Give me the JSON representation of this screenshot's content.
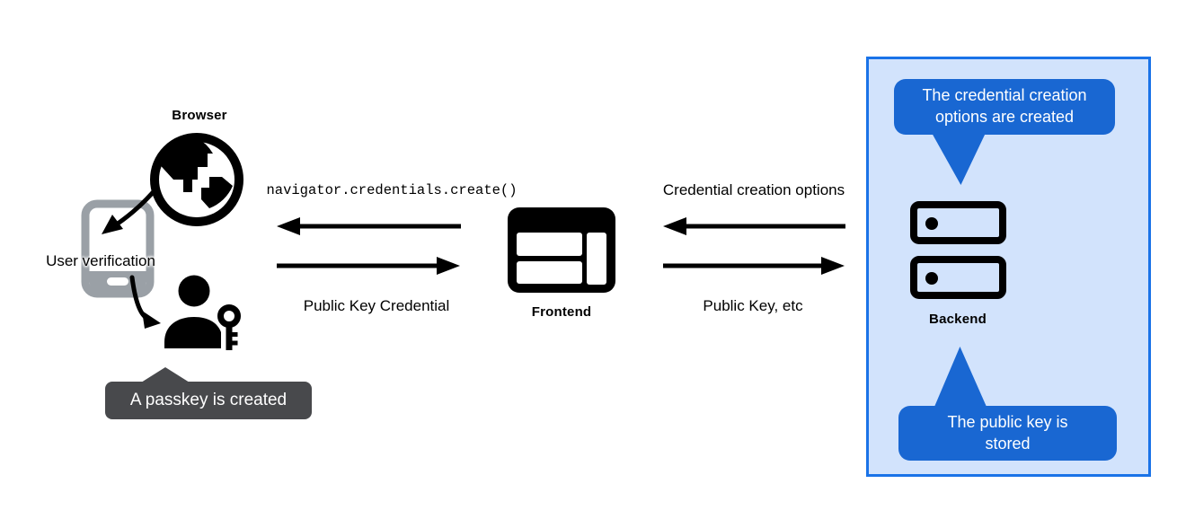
{
  "diagram": {
    "nodes": {
      "browser_label": "Browser",
      "user_verification_label": "User verification",
      "frontend_label": "Frontend",
      "backend_label": "Backend"
    },
    "arrows": {
      "create_call": "navigator.credentials.create()",
      "public_key_credential": "Public Key Credential",
      "credential_creation_options": "Credential creation options",
      "public_key_etc": "Public Key, etc"
    },
    "callouts": {
      "passkey_created": "A passkey is created",
      "options_created": "The credential creation options are created",
      "public_key_stored": "The public key is stored"
    },
    "colors": {
      "accent_blue": "#1967d2",
      "panel_background": "#d2e3fc",
      "panel_border": "#1a73e8",
      "tooltip_gray": "#48494c",
      "icon_black": "#000000",
      "phone_gray": "#9aa0a6"
    }
  }
}
